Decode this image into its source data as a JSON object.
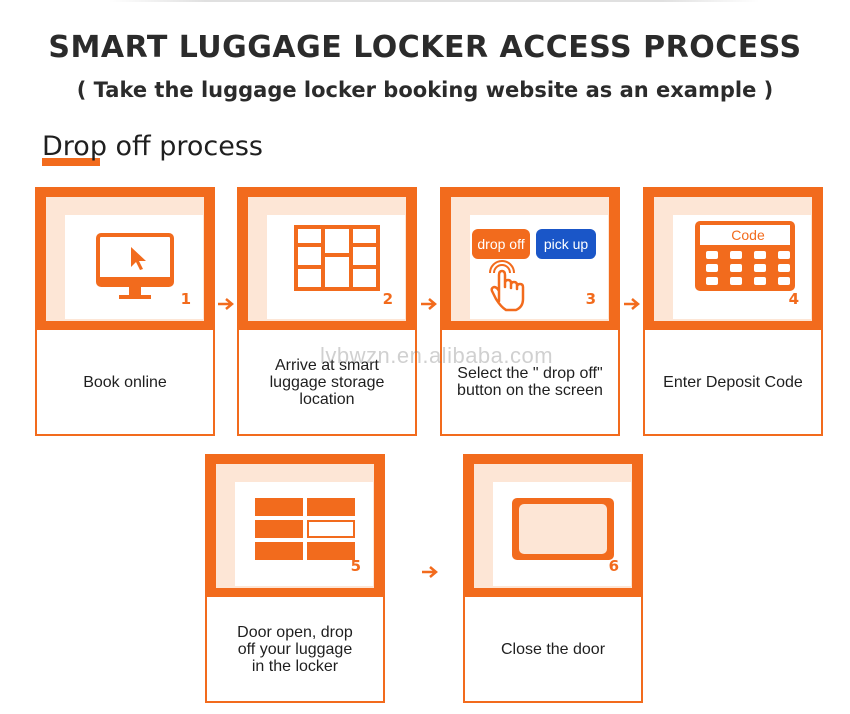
{
  "header": {
    "title": "SMART LUGGAGE LOCKER ACCESS PROCESS",
    "subtitle": "( Take the luggage locker booking website as an example )"
  },
  "section": {
    "title": "Drop off process"
  },
  "watermark": "lvbwzn.en.alibaba.com",
  "steps": [
    {
      "number": "1",
      "label": "Book online",
      "icon": "computer-cursor-icon"
    },
    {
      "number": "2",
      "label": "Arrive at smart\nluggage storage\nlocation",
      "icon": "locker-grid-icon"
    },
    {
      "number": "3",
      "label": "Select the \" drop off\"\nbutton on the screen",
      "icon": "hand-tap-icon",
      "buttons": {
        "drop_off": "drop off",
        "pick_up": "pick up"
      }
    },
    {
      "number": "4",
      "label": "Enter Deposit Code",
      "icon": "keypad-icon",
      "code_label": "Code"
    },
    {
      "number": "5",
      "label": "Door open, drop\noff your luggage\nin the locker",
      "icon": "open-locker-icon"
    },
    {
      "number": "6",
      "label": "Close the door",
      "icon": "closed-door-icon"
    }
  ],
  "colors": {
    "accent": "#f26b1d",
    "accent_light": "#fde6d6",
    "button_blue": "#1a56c8"
  }
}
